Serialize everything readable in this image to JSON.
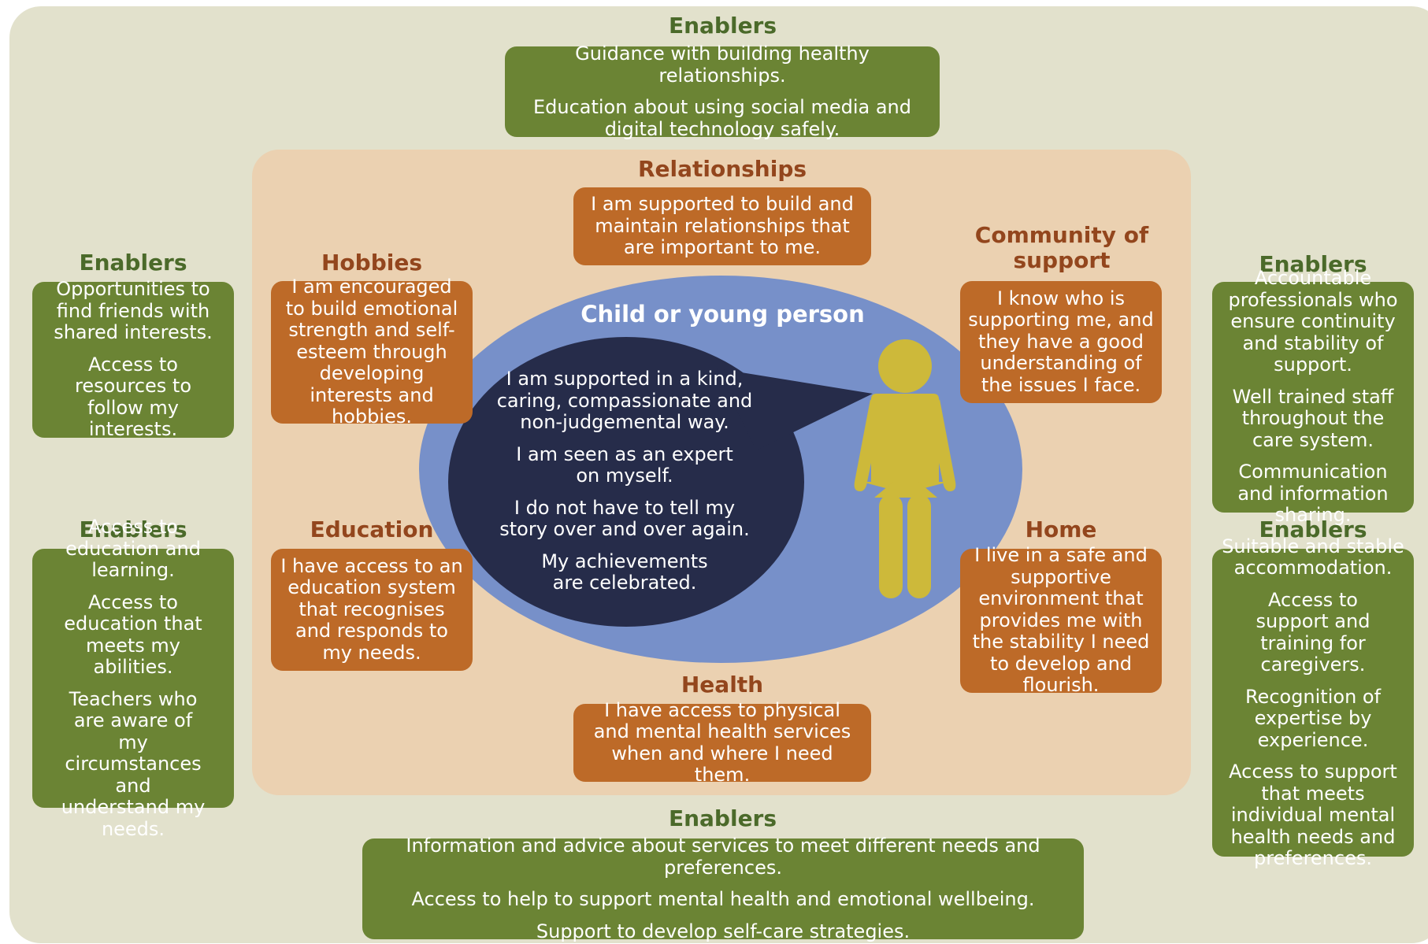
{
  "top": {
    "heading": "Enablers",
    "items": [
      "Guidance with building healthy relationships.",
      "Education about using social media and digital technology safely."
    ]
  },
  "left_upper": {
    "heading": "Enablers",
    "items": [
      "Opportunities to find friends with shared interests.",
      "Access to resources to follow my interests."
    ]
  },
  "left_lower": {
    "heading": "Enablers",
    "items": [
      "Access to education and learning.",
      "Access to education that meets my abilities.",
      "Teachers who are aware of my circumstances and understand my needs."
    ]
  },
  "right_upper": {
    "heading": "Enablers",
    "items": [
      "Accountable professionals who ensure continuity and stability of support.",
      "Well trained staff throughout the care system.",
      "Communication and information sharing."
    ]
  },
  "right_lower": {
    "heading": "Enablers",
    "items": [
      "Suitable and stable accommodation.",
      "Access to support and training for caregivers.",
      "Recognition of expertise by experience.",
      "Access to support that meets individual mental health needs and preferences."
    ]
  },
  "bottom": {
    "heading": "Enablers",
    "items": [
      "Information and advice about services to meet different needs and preferences.",
      "Access to help to support mental health and emotional wellbeing.",
      "Support to develop self-care strategies."
    ]
  },
  "relationships": {
    "heading": "Relationships",
    "text": "I am supported to build and maintain relationships that are important to me."
  },
  "hobbies": {
    "heading": "Hobbies",
    "text": "I am encouraged to build emotional strength and self-esteem through developing interests and hobbies."
  },
  "community": {
    "heading": "Community of support",
    "text": "I know who is supporting me, and they have a good understanding of the issues I face."
  },
  "education": {
    "heading": "Education",
    "text": "I have access to an education system that recognises and responds to my needs."
  },
  "home": {
    "heading": "Home",
    "text": "I live in a safe and supportive environment that provides me with the stability I need to develop and flourish."
  },
  "health": {
    "heading": "Health",
    "text": "I have access to physical and mental health services when and where I need them."
  },
  "centre": {
    "title": "Child or young person",
    "statements": [
      "I am supported in a kind, caring, compassionate and non-judgemental way.",
      "I am seen as an expert on myself.",
      "I do not have to tell my story over and over again.",
      "My achievements are celebrated."
    ]
  },
  "colors": {
    "enabler_green": "#6b8434",
    "theme_orange": "#bd6a28",
    "outer_background": "#e2e1cc",
    "inner_background": "#ebd1b1",
    "ellipse_blue": "#7790c9",
    "bubble_navy": "#262c4a",
    "person_yellow": "#cdb93a"
  },
  "icons": {
    "person": "person-icon",
    "speech_bubble": "speech-bubble"
  }
}
